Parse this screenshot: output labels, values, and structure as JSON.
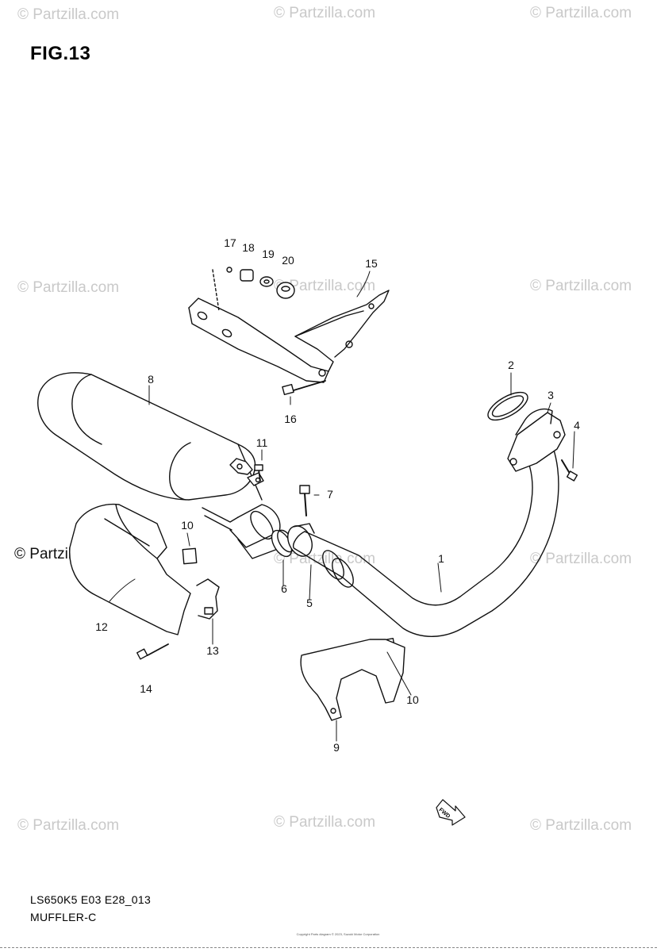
{
  "figure": {
    "title": "FIG.13",
    "model_code": "LS650K5 E03 E28_013",
    "subtitle": "MUFFLER-C",
    "fwd_label": "FWD",
    "copyright": "Copyright\nParts diagram © 2023, Suzuki Motor Corporation"
  },
  "watermarks": {
    "text": "© Partzilla.com",
    "main_text": "© Partzilla.com"
  },
  "callouts": [
    {
      "id": "c1",
      "text": "1"
    },
    {
      "id": "c2",
      "text": "2"
    },
    {
      "id": "c3",
      "text": "3"
    },
    {
      "id": "c4",
      "text": "4"
    },
    {
      "id": "c5",
      "text": "5"
    },
    {
      "id": "c6",
      "text": "6"
    },
    {
      "id": "c7",
      "text": "7"
    },
    {
      "id": "c8",
      "text": "8"
    },
    {
      "id": "c9",
      "text": "9"
    },
    {
      "id": "c10a",
      "text": "10"
    },
    {
      "id": "c10b",
      "text": "10"
    },
    {
      "id": "c11",
      "text": "11"
    },
    {
      "id": "c12",
      "text": "12"
    },
    {
      "id": "c13",
      "text": "13"
    },
    {
      "id": "c14",
      "text": "14"
    },
    {
      "id": "c15",
      "text": "15"
    },
    {
      "id": "c16",
      "text": "16"
    },
    {
      "id": "c17",
      "text": "17"
    },
    {
      "id": "c18",
      "text": "18"
    },
    {
      "id": "c19",
      "text": "19"
    },
    {
      "id": "c20",
      "text": "20"
    }
  ],
  "colors": {
    "line": "#111111",
    "watermark": "#c9c9c9",
    "background": "#ffffff"
  }
}
